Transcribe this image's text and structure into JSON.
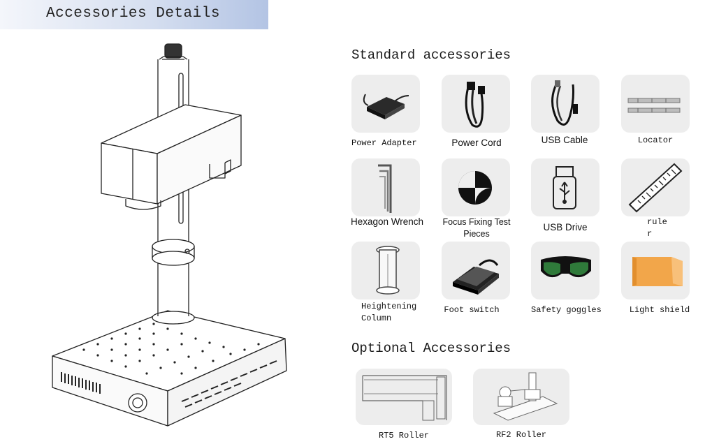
{
  "header": {
    "title": "Accessories Details"
  },
  "standard": {
    "title": "Standard accessories",
    "items": [
      {
        "label": "Power Adapter",
        "icon": "power-adapter-icon"
      },
      {
        "label": "Power Cord",
        "icon": "power-cord-icon"
      },
      {
        "label": "USB Cable",
        "icon": "usb-cable-icon"
      },
      {
        "label": "Locator",
        "icon": "locator-icon"
      },
      {
        "label": "Hexagon Wrench",
        "icon": "hexagon-wrench-icon"
      },
      {
        "label_line1": "Focus Fixing Test",
        "label_line2": "Pieces",
        "icon": "focus-test-piece-icon"
      },
      {
        "label": "USB Drive",
        "icon": "usb-drive-icon"
      },
      {
        "label_line1": "rule",
        "label_line2": "r",
        "icon": "ruler-icon"
      },
      {
        "label_line1": "Heightening",
        "label_line2": "Column",
        "icon": "heightening-column-icon"
      },
      {
        "label": "Foot switch",
        "icon": "foot-switch-icon"
      },
      {
        "label": "Safety goggles",
        "icon": "safety-goggles-icon"
      },
      {
        "label": "Light shield",
        "icon": "light-shield-icon"
      }
    ]
  },
  "optional": {
    "title": "Optional Accessories",
    "items": [
      {
        "label": "RT5 Roller",
        "icon": "rt5-roller-icon"
      },
      {
        "label": "RF2 Roller",
        "icon": "rf2-roller-icon"
      }
    ]
  }
}
